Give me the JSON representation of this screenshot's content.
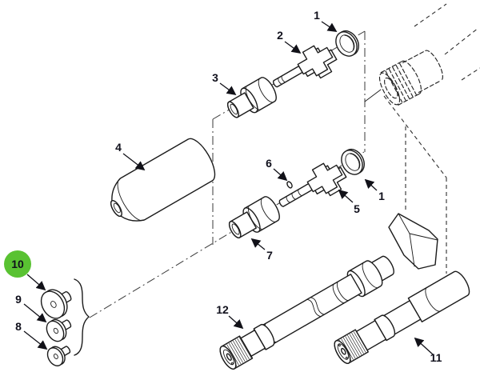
{
  "figure": {
    "style": "exploded-parts-line-art",
    "background": "#ffffff",
    "line_color": "#1b1b1b"
  },
  "highlight": {
    "callout": "10",
    "color": "#59c232",
    "shape": "circle"
  },
  "callouts": [
    {
      "number": "1"
    },
    {
      "number": "2"
    },
    {
      "number": "3"
    },
    {
      "number": "4"
    },
    {
      "number": "5"
    },
    {
      "number": "6"
    },
    {
      "number": "1"
    },
    {
      "number": "7"
    },
    {
      "number": "8"
    },
    {
      "number": "9"
    },
    {
      "number": "10"
    },
    {
      "number": "11"
    },
    {
      "number": "12"
    }
  ]
}
